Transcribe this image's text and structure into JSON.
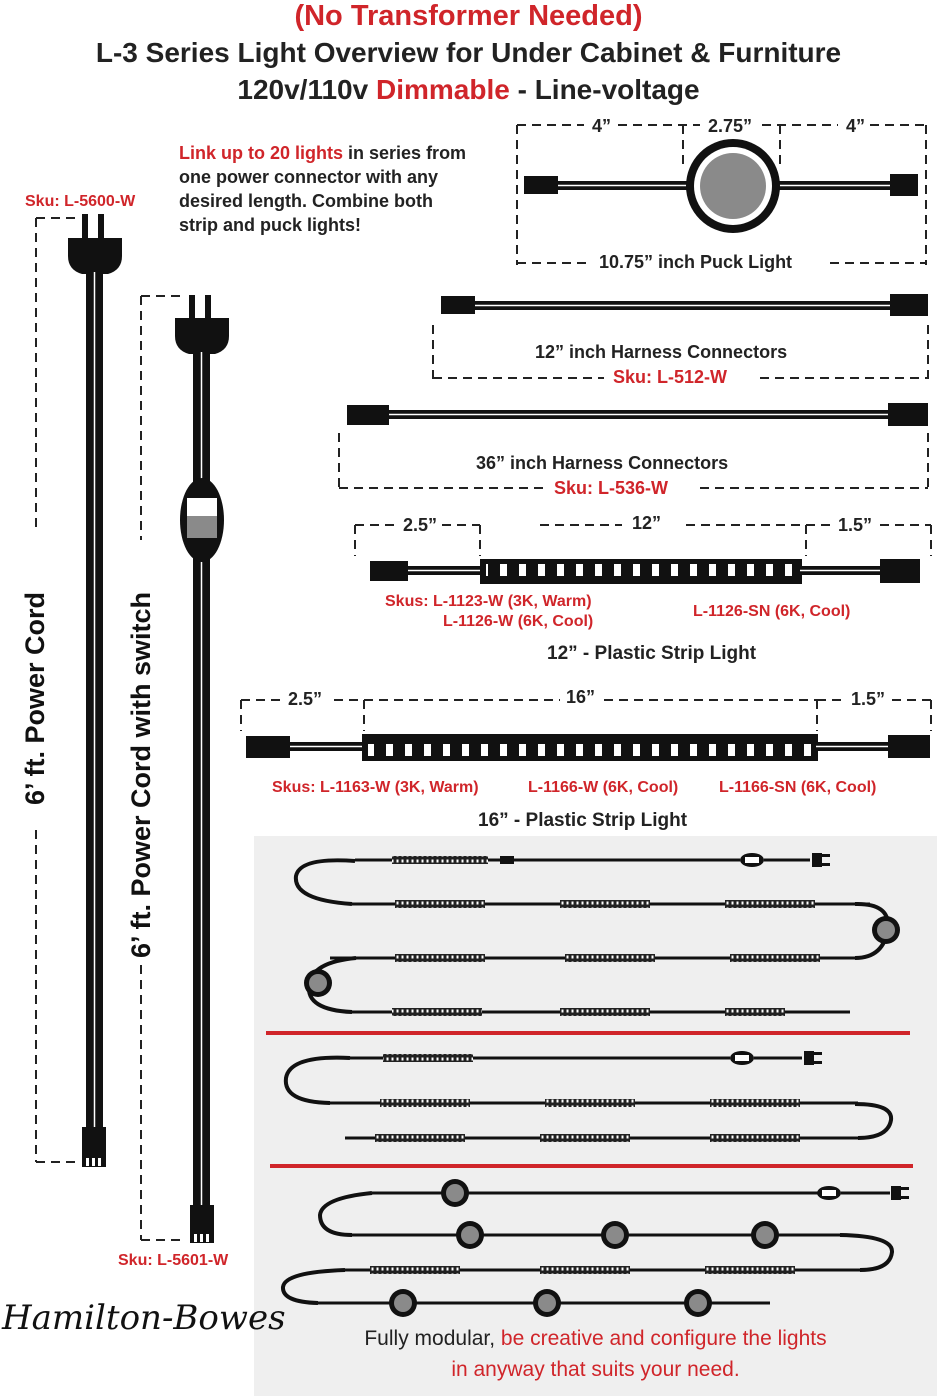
{
  "header": {
    "line1": "(No Transformer Needed)",
    "line2": "L-3 Series Light Overview for Under Cabinet & Furniture",
    "line3_a": "120v/110v",
    "line3_b": "Dimmable",
    "line3_c": "- Line-voltage"
  },
  "intro": {
    "red": "Link up to 20 lights",
    "rest1": " in series from",
    "line2": "one power connector with any",
    "line3": "desired length. Combine both",
    "line4": "strip and puck lights!"
  },
  "puck": {
    "dim_left": "4”",
    "dim_mid": "2.75”",
    "dim_right": "4”",
    "title": "10.75” inch Puck Light"
  },
  "harness12": {
    "title": "12” inch Harness Connectors",
    "sku": "Sku:  L-512-W"
  },
  "harness36": {
    "title": "36” inch Harness Connectors",
    "sku": "Sku:  L-536-W"
  },
  "strip12": {
    "dim_left": "2.5”",
    "dim_mid": "12”",
    "dim_right": "1.5”",
    "skus_line1": "Skus:  L-1123-W (3K, Warm)",
    "skus_line2": "L-1126-W (6K, Cool)",
    "skus_right": "L-1126-SN (6K, Cool)",
    "title": "12” - Plastic Strip Light"
  },
  "strip16": {
    "dim_left": "2.5”",
    "dim_mid": "16”",
    "dim_right": "1.5”",
    "sku1": "Skus:  L-1163-W (3K, Warm)",
    "sku2": "L-1166-W (6K, Cool)",
    "sku3": "L-1166-SN (6K, Cool)",
    "title": "16” - Plastic Strip Light"
  },
  "cord1": {
    "sku": "Sku: L-5600-W",
    "label": "6’ ft. Power Cord"
  },
  "cord2": {
    "sku": "Sku: L-5601-W",
    "label": "6’ ft. Power Cord with switch"
  },
  "brand": "Hamilton-Bowes",
  "footer": {
    "plain": "Fully modular, ",
    "red1": "be creative and configure the lights",
    "red2": "in anyway that suits your need."
  },
  "colors": {
    "accent_red": "#d0252a",
    "panel_gray": "#efefef",
    "puck_gray": "#8a8a8a"
  }
}
